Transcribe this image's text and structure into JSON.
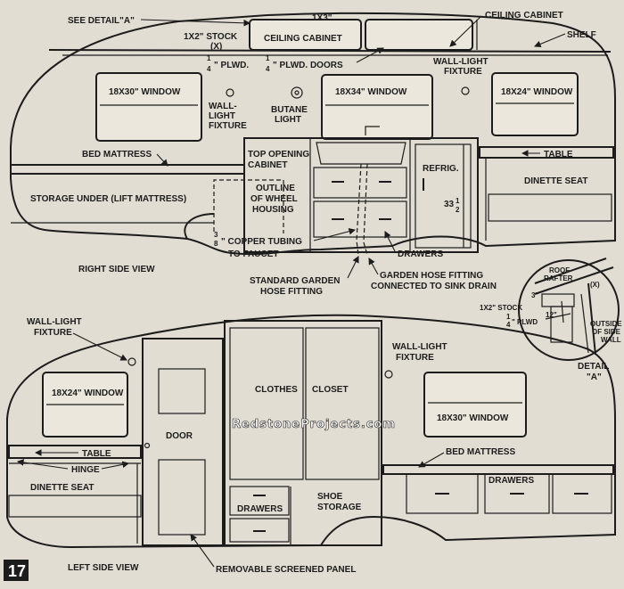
{
  "figure_number": "17",
  "watermark": "RedstoneProjects.com",
  "right_view": {
    "title": "RIGHT SIDE VIEW",
    "labels": {
      "see_detail": "SEE DETAIL\"A\"",
      "stock_1x3": "1X3\"",
      "ceiling_cabinet_top": "CEILING CABINET",
      "stock_1x2": "1X2\" STOCK",
      "stock_x": "(X)",
      "ceiling_cabinet_mid": "CEILING CABINET",
      "shelf": "SHELF",
      "plwd_num": "1",
      "plwd_den": "4",
      "plwd": "\" PLWD.",
      "plwd_doors_num": "1",
      "plwd_doors_den": "4",
      "plwd_doors": "\" PLWD. DOORS",
      "wall_light_1": "WALL-",
      "wall_light_2": "LIGHT",
      "wall_light_3": "FIXTURE",
      "wall_light_r1": "WALL-LIGHT",
      "wall_light_r2": "FIXTURE",
      "butane_1": "BUTANE",
      "butane_2": "LIGHT",
      "window_a": "18X30\" WINDOW",
      "window_b": "18X34\" WINDOW",
      "window_c": "18X24\" WINDOW",
      "bed_mattress": "BED MATTRESS",
      "top_opening_1": "TOP OPENING",
      "top_opening_2": "CABINET",
      "table": "TABLE",
      "refrig": "REFRIG.",
      "dinette_seat": "DINETTE SEAT",
      "storage_under": "STORAGE UNDER (LIFT MATTRESS)",
      "outline_1": "OUTLINE",
      "outline_2": "OF WHEEL",
      "outline_3": "HOUSING",
      "dim_whole": "33",
      "dim_num": "1",
      "dim_den": "2",
      "copper_num": "3",
      "copper_den": "8",
      "copper_1": "\" COPPER TUBING",
      "copper_2": "TO FAUCET",
      "drawers": "DRAWERS",
      "std_hose_1": "STANDARD GARDEN",
      "std_hose_2": "HOSE FITTING",
      "hose_drain_1": "GARDEN HOSE FITTING",
      "hose_drain_2": "CONNECTED TO SINK DRAIN"
    }
  },
  "detail_a": {
    "roof": "ROOF",
    "rafter": "RAFTER",
    "x": "(X)",
    "dim_3": "3\"",
    "stock": "1X2\" STOCK",
    "dim_12": "12\"",
    "plwd_num": "1",
    "plwd_den": "4",
    "plwd": "\" PLWD",
    "outside_1": "OUTSIDE",
    "outside_2": "OF SIDE",
    "outside_3": "WALL",
    "title_1": "DETAIL",
    "title_2": "\"A\""
  },
  "left_view": {
    "title": "LEFT SIDE VIEW",
    "labels": {
      "wall_light_l1": "WALL-LIGHT",
      "wall_light_l2": "FIXTURE",
      "wall_light_m1": "WALL-LIGHT",
      "wall_light_m2": "FIXTURE",
      "window_a": "18X24\" WINDOW",
      "window_b": "18X30\" WINDOW",
      "clothes": "CLOTHES",
      "closet": "CLOSET",
      "door": "DOOR",
      "table": "TABLE",
      "hinge": "HINGE",
      "dinette_seat": "DINETTE SEAT",
      "bed_mattress": "BED MATTRESS",
      "drawers_left": "DRAWERS",
      "drawers_right": "DRAWERS",
      "shoe_1": "SHOE",
      "shoe_2": "STORAGE",
      "removable_panel": "REMOVABLE SCREENED PANEL"
    }
  }
}
